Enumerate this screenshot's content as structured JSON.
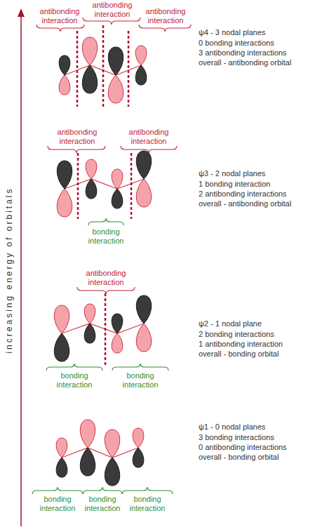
{
  "diagram": {
    "labels": [
      "antibonding interaction",
      "antibonding interaction",
      "antibonding interaction",
      "ψ4 - 3 nodal planes",
      "0 bonding interactions",
      "3 antibonding interactions",
      "overall - antibonding orbital",
      "antibonding interaction",
      "antibonding interaction",
      "bonding interaction",
      "ψ3 - 2 nodal planes",
      "1 bonding interaction",
      "2 antibonding interactions",
      "overall - antibonding orbital",
      "antibonding interaction",
      "bonding interaction",
      "bonding interaction",
      "ψ2 - 1 nodal plane",
      "2 bonding interactions",
      "1 antibonding interaction",
      "overall - bonding orbital",
      "bonding interaction",
      "bonding interaction",
      "bonding interaction",
      "ψ1 - 0 nodal planes",
      "3 bonding interactions",
      "0 antibonding interactions",
      "overall - bonding orbital",
      "increasing energy of orbitals"
    ]
  }
}
